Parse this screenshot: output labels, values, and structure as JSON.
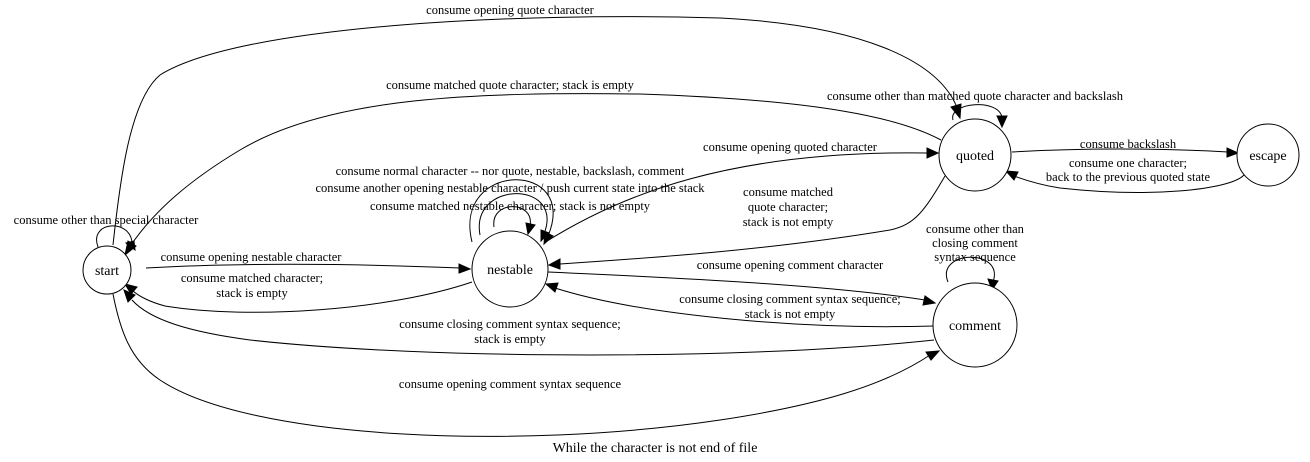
{
  "nodes": {
    "start": "start",
    "nestable": "nestable",
    "quoted": "quoted",
    "escape": "escape",
    "comment": "comment"
  },
  "edges": {
    "start_start": [
      "consume other than special character"
    ],
    "start_quoted": [
      "consume opening quote character"
    ],
    "start_nestable": [
      "consume opening nestable character"
    ],
    "start_comment": [
      "consume opening comment syntax sequence"
    ],
    "quoted_start": [
      "consume matched quote character; stack is empty"
    ],
    "quoted_quoted": [
      "consume other than matched quote character and backslash"
    ],
    "nestable_quoted": [
      "consume opening quoted character"
    ],
    "nestable_self_normal": [
      "consume normal character -- nor quote, nestable, backslash, comment"
    ],
    "nestable_self_push": [
      "consume another opening nestable character / push current state into the stack"
    ],
    "nestable_self_matched": [
      "consume matched nestable character; stack is not empty"
    ],
    "nestable_start": [
      "consume matched character;",
      "stack is empty"
    ],
    "quoted_nestable": [
      "consume matched",
      "quote character;",
      "stack is not empty"
    ],
    "quoted_escape": [
      "consume backslash"
    ],
    "escape_quoted": [
      "consume one character;",
      "back to the previous quoted state"
    ],
    "comment_comment": [
      "consume other than",
      "closing comment",
      "syntax sequence"
    ],
    "nestable_comment": [
      "consume opening comment character"
    ],
    "comment_nestable": [
      "consume closing comment syntax sequence;",
      "stack is not empty"
    ],
    "comment_start": [
      "consume closing comment syntax sequence;",
      "stack is empty"
    ]
  },
  "caption": "While the character is not end of file"
}
